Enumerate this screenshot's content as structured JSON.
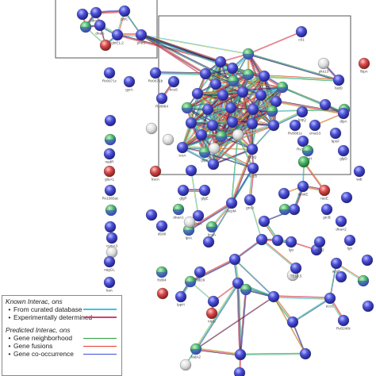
{
  "colors": {
    "box": "#444444",
    "edge_curated": "#42c0e8",
    "edge_experimental": "#d1407a",
    "edge_neighborhood": "#29a23b",
    "edge_fusion": "#e23b2e",
    "edge_cooccurrence": "#3b4ed6",
    "edge_textmining": "#b8c43a",
    "edge_coexpression": "#222222",
    "node_blue": "#4549d4",
    "node_green": "#46b862",
    "node_red": "#d94848",
    "node_grey": "#cfcfcf"
  },
  "legend": {
    "known_heading": "Known Interac, ons",
    "known_items": [
      {
        "label": "From curated database",
        "color": "#42c0e8"
      },
      {
        "label": "Experimentally determined",
        "color": "#d1407a"
      }
    ],
    "predicted_heading": "Predicted Interac, ons",
    "predicted_items": [
      {
        "label": "Gene neighborhood",
        "color": "#29a23b"
      },
      {
        "label": "Gene fusions",
        "color": "#e23b2e"
      },
      {
        "label": "Gene co-occurrence",
        "color": "#3b4ed6"
      }
    ]
  },
  "nodes": [
    {
      "id": "rhoT",
      "label": "",
      "color": "blue"
    },
    {
      "id": "dnaE",
      "label": "dnaE",
      "color": "blue"
    },
    {
      "id": "polC",
      "label": "polC",
      "color": "blue"
    },
    {
      "id": "nrdE",
      "label": "",
      "color": "mix"
    },
    {
      "id": "dnaG",
      "label": "dnaG",
      "color": "blue"
    },
    {
      "id": "glnE12",
      "label": "glnE1,2",
      "color": "blue"
    },
    {
      "id": "pheS",
      "label": "pheS",
      "color": "blue"
    },
    {
      "id": "rec1",
      "label": "",
      "color": "red"
    },
    {
      "id": "c01",
      "label": "c01",
      "color": "blue"
    },
    {
      "id": "pks13",
      "label": "pks13",
      "color": "grey"
    },
    {
      "id": "fbpA",
      "label": "fbpA",
      "color": "red"
    },
    {
      "id": "fadD",
      "label": "fadD",
      "color": "blue"
    },
    {
      "id": "Rv0671c",
      "label": "Rv0671c",
      "color": "blue"
    },
    {
      "id": "Rv0671b",
      "label": "Rv0671b",
      "color": "blue"
    },
    {
      "id": "gyrA",
      "label": "gyrA",
      "color": "blue"
    },
    {
      "id": "kcuS",
      "label": "kcuS",
      "color": "blue"
    },
    {
      "id": "mmpL",
      "label": "",
      "color": "blue"
    },
    {
      "id": "rplA",
      "label": "",
      "color": "mix"
    },
    {
      "id": "ftsZ",
      "label": "",
      "color": "blue"
    },
    {
      "id": "rplB",
      "label": "",
      "color": "blue"
    },
    {
      "id": "rpsA",
      "label": "",
      "color": "blue"
    },
    {
      "id": "qwrE",
      "label": "",
      "color": "mix"
    },
    {
      "id": "pckA",
      "label": "",
      "color": "blue"
    },
    {
      "id": "ribG",
      "label": "",
      "color": "mix"
    },
    {
      "id": "c_rpoB",
      "label": "",
      "color": "mix"
    },
    {
      "id": "rpoC",
      "label": "",
      "color": "blue"
    },
    {
      "id": "gltA",
      "label": "",
      "color": "blue"
    },
    {
      "id": "pyk",
      "label": "",
      "color": "blue"
    },
    {
      "id": "nuoA",
      "label": "",
      "color": "blue"
    },
    {
      "id": "mdh",
      "label": "",
      "color": "blue"
    },
    {
      "id": "Rv0864",
      "label": "Rv0864",
      "color": "blue"
    },
    {
      "id": "vapB",
      "label": "",
      "color": "mix"
    },
    {
      "id": "sigA",
      "label": "",
      "color": "blue"
    },
    {
      "id": "lpqB",
      "label": "",
      "color": "blue"
    },
    {
      "id": "katG",
      "label": "",
      "color": "blue"
    },
    {
      "id": "kasA",
      "label": "",
      "color": "mix"
    },
    {
      "id": "glcB",
      "label": "",
      "color": "blue"
    },
    {
      "id": "atpA",
      "label": "",
      "color": "blue"
    },
    {
      "id": "infB",
      "label": "",
      "color": "blue"
    },
    {
      "id": "fusA",
      "label": "",
      "color": "blue"
    },
    {
      "id": "tufA",
      "label": "",
      "color": "blue"
    },
    {
      "id": "lpqQ",
      "label": "lpqQ",
      "color": "blue"
    },
    {
      "id": "Rv0861c",
      "label": "Rv0861c",
      "color": "blue"
    },
    {
      "id": "rpoB",
      "label": "",
      "color": "mix"
    },
    {
      "id": "ctaE",
      "label": "",
      "color": "blue"
    },
    {
      "id": "nuoB",
      "label": "",
      "color": "mix"
    },
    {
      "id": "c_white",
      "label": "",
      "color": "grey"
    },
    {
      "id": "grey1",
      "label": "",
      "color": "grey"
    },
    {
      "id": "kmtR",
      "label": "",
      "color": "blue"
    },
    {
      "id": "thrB",
      "label": "",
      "color": "mix"
    },
    {
      "id": "pks1",
      "label": "",
      "color": "grey"
    },
    {
      "id": "glpK",
      "label": "glpK",
      "color": "mix"
    },
    {
      "id": "kcuQ",
      "label": "kcuQ",
      "color": "blue"
    },
    {
      "id": "leuD",
      "label": "",
      "color": "blue"
    },
    {
      "id": "cmaS3",
      "label": "cmaS3",
      "color": "blue"
    },
    {
      "id": "dlpA",
      "label": "dlpA",
      "color": "blue"
    },
    {
      "id": "Rv1463",
      "label": "Rv1463",
      "color": "blue"
    },
    {
      "id": "bpoF",
      "label": "bpoF",
      "color": "blue"
    },
    {
      "id": "icnA",
      "label": "icnA",
      "color": "blue"
    },
    {
      "id": "nadR",
      "label": "nadR",
      "color": "blue"
    },
    {
      "id": "tpx",
      "label": "tpx",
      "color": "grey"
    },
    {
      "id": "bpoH",
      "label": "bpoH",
      "color": "mix"
    },
    {
      "id": "glpD",
      "label": "glpD",
      "color": "blue"
    },
    {
      "id": "gluA1",
      "label": "gluA1",
      "color": "red"
    },
    {
      "id": "kscA",
      "label": "kscA",
      "color": "red"
    },
    {
      "id": "kcs",
      "label": "",
      "color": "blue"
    },
    {
      "id": "cysA",
      "label": "",
      "color": "blue"
    },
    {
      "id": "sucB",
      "label": "sucB",
      "color": "blue"
    },
    {
      "id": "wdt",
      "label": "wdt",
      "color": "blue"
    },
    {
      "id": "Rv1083ac",
      "label": "Rv1083ac",
      "color": "blue"
    },
    {
      "id": "glgP",
      "label": "glgP",
      "color": "blue"
    },
    {
      "id": "glgE",
      "label": "glgE",
      "color": "blue"
    },
    {
      "id": "mmkE",
      "label": "mmkE",
      "color": "blue"
    },
    {
      "id": "raeE",
      "label": "raeE",
      "color": "red"
    },
    {
      "id": "c_green",
      "label": "",
      "color": "green"
    },
    {
      "id": "acpM",
      "label": "acpM",
      "color": "blue"
    },
    {
      "id": "grcD",
      "label": "grcD",
      "color": "blue"
    },
    {
      "id": "chiA",
      "label": "",
      "color": "blue"
    },
    {
      "id": "R01",
      "label": "",
      "color": "blue"
    },
    {
      "id": "dnaA1",
      "label": "dnaA1",
      "color": "mix"
    },
    {
      "id": "fhaA",
      "label": "fhaA",
      "color": "blue"
    },
    {
      "id": "grcB",
      "label": "grcB",
      "color": "blue"
    },
    {
      "id": "kcuA",
      "label": "kcuA",
      "color": "mix"
    },
    {
      "id": "lprA",
      "label": "lprA",
      "color": "mix"
    },
    {
      "id": "dnaA2",
      "label": "dnaA2",
      "color": "blue"
    },
    {
      "id": "bfK",
      "label": "bfK",
      "color": "blue"
    },
    {
      "id": "Rv1048",
      "label": "",
      "color": "blue"
    },
    {
      "id": "dnaG2",
      "label": "",
      "color": "blue"
    },
    {
      "id": "Rv1080c",
      "label": "",
      "color": "grey"
    },
    {
      "id": "kmtE",
      "label": "",
      "color": "mix"
    },
    {
      "id": "grey2",
      "label": "",
      "color": "grey"
    },
    {
      "id": "lpqL",
      "label": "",
      "color": "blue"
    },
    {
      "id": "lpqH",
      "label": "",
      "color": "blue"
    },
    {
      "id": "ligA",
      "label": "lgn",
      "color": "blue"
    },
    {
      "id": "nmpR",
      "label": "",
      "color": "mix"
    },
    {
      "id": "cymA3",
      "label": "cymA3",
      "color": "blue"
    },
    {
      "id": "d508",
      "label": "d508",
      "color": "blue"
    },
    {
      "id": "fg2",
      "label": "",
      "color": "blue"
    },
    {
      "id": "tst2",
      "label": "",
      "color": "blue"
    },
    {
      "id": "lgo",
      "label": "lgo",
      "color": "blue"
    },
    {
      "id": "bfo",
      "label": "",
      "color": "blue"
    },
    {
      "id": "fcd04",
      "label": "fcd04",
      "color": "mix"
    },
    {
      "id": "phoP",
      "label": "",
      "color": "red"
    },
    {
      "id": "fadD9",
      "label": "fadD9",
      "color": "blue"
    },
    {
      "id": "kAD2",
      "label": "kAD2",
      "color": "blue"
    },
    {
      "id": "greyC",
      "label": "",
      "color": "grey"
    },
    {
      "id": "TB18_5",
      "label": "TB18.5",
      "color": "blue"
    },
    {
      "id": "acpE",
      "label": "acpE",
      "color": "blue"
    },
    {
      "id": "nagGL",
      "label": "nagGL",
      "color": "blue"
    },
    {
      "id": "pyrE",
      "label": "",
      "color": "blue"
    },
    {
      "id": "pmmA",
      "label": "",
      "color": "blue"
    },
    {
      "id": "Rv1",
      "label": "",
      "color": "blue"
    },
    {
      "id": "kaA",
      "label": "kaA",
      "color": "blue"
    },
    {
      "id": "kwM",
      "label": "",
      "color": "mix"
    },
    {
      "id": "lppH",
      "label": "lppH",
      "color": "blue"
    },
    {
      "id": "dl",
      "label": "",
      "color": "blue"
    },
    {
      "id": "Rv2081c",
      "label": "Rv2081c",
      "color": "blue"
    },
    {
      "id": "nrpC",
      "label": "nrpC",
      "color": "red"
    },
    {
      "id": "kshA",
      "label": "",
      "color": "mix"
    },
    {
      "id": "rmlB",
      "label": "",
      "color": "blue"
    },
    {
      "id": "eccC",
      "label": "eccC",
      "color": "blue"
    },
    {
      "id": "Rv0248c",
      "label": "Rv0248c",
      "color": "blue"
    },
    {
      "id": "c5",
      "label": "",
      "color": "blue"
    },
    {
      "id": "c6",
      "label": "",
      "color": "blue"
    },
    {
      "id": "fadA2",
      "label": "fadA2",
      "color": "mix"
    },
    {
      "id": "c7",
      "label": "",
      "color": "grey"
    },
    {
      "id": "c8",
      "label": "",
      "color": "blue"
    },
    {
      "id": "accA3",
      "label": "accA3",
      "color": "blue"
    },
    {
      "id": "c9",
      "label": "",
      "color": "blue"
    },
    {
      "id": "c10",
      "label": "",
      "color": "blue"
    },
    {
      "id": "c11",
      "label": "",
      "color": "mix"
    }
  ]
}
